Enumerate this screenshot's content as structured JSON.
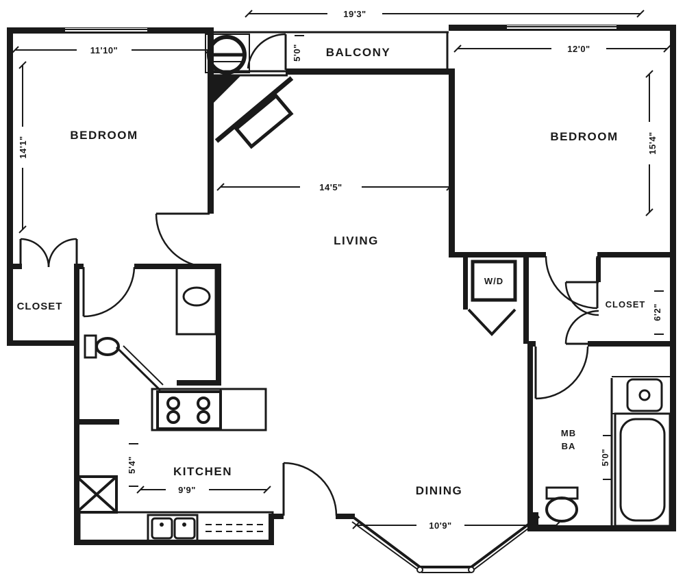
{
  "colors": {
    "ink": "#1a1a1a",
    "background": "#ffffff"
  },
  "rooms": {
    "bedroom_left": {
      "label": "BEDROOM",
      "width": "11'10\"",
      "depth": "14'1\""
    },
    "bedroom_right": {
      "label": "BEDROOM",
      "width": "12'0\"",
      "depth": "15'4\""
    },
    "living": {
      "label": "LIVING",
      "width": "14'5\""
    },
    "balcony": {
      "label": "BALCONY",
      "width": "19'3\"",
      "depth": "5'0\""
    },
    "kitchen": {
      "label": "KITCHEN",
      "width": "9'9\"",
      "depth": "5'4\""
    },
    "dining": {
      "label": "DINING",
      "width": "10'9\""
    },
    "closet_left": {
      "label": "CLOSET"
    },
    "closet_right": {
      "label": "CLOSET",
      "depth": "6'2\""
    },
    "laundry": {
      "label": "W/D"
    },
    "master_bath": {
      "label_line1": "MB",
      "label_line2": "BA",
      "width": "5'0\""
    }
  }
}
